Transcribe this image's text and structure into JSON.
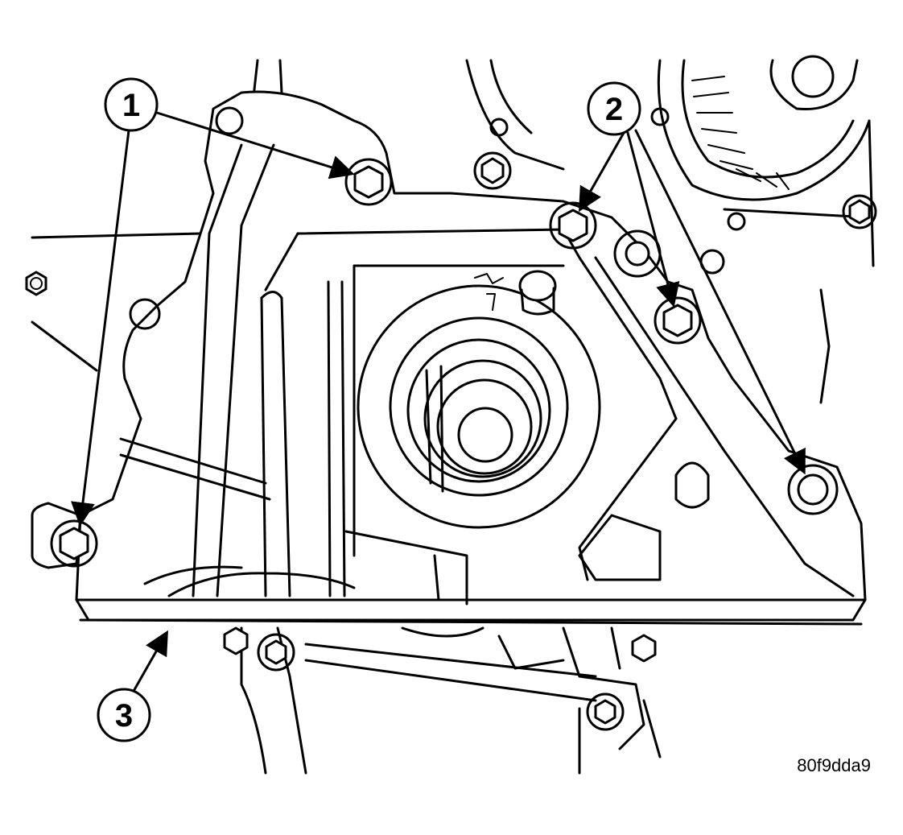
{
  "callouts": [
    {
      "id": "1",
      "label": "1"
    },
    {
      "id": "2",
      "label": "2"
    },
    {
      "id": "3",
      "label": "3"
    }
  ],
  "figure_id": "80f9dda9",
  "colors": {
    "ink": "#000000",
    "paper": "#ffffff"
  }
}
